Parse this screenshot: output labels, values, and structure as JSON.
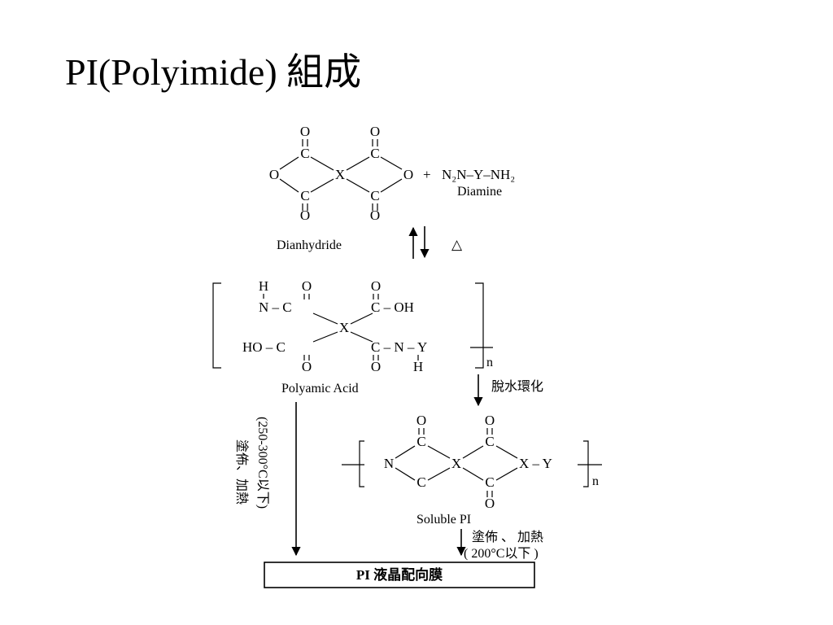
{
  "title": "PI(Polyimide) 組成",
  "scheme": {
    "dianhydride": {
      "label": "Dianhydride",
      "atom_o": "O",
      "atom_c": "C",
      "atom_x": "X"
    },
    "diamine": {
      "plus": "+",
      "formula": "N₂N–Y–NH₂",
      "label": "Diamine"
    },
    "reversible_condition": "△",
    "polyamic_acid": {
      "label": "Polyamic Acid",
      "h_top": "H",
      "n_left": "N – C",
      "cooh_right": "C – OH",
      "ho_left": "HO – C",
      "amide_right": "C – N – Y",
      "h_bottom": "H",
      "subscript_n": "n"
    },
    "dehydration_step": "脫水環化",
    "soluble_pi": {
      "label": "Soluble PI",
      "n_atom": "N",
      "x_center": "X",
      "x_right": "X – Y",
      "subscript_n": "n"
    },
    "direct_route": {
      "line1": "塗佈、加熱",
      "line2": "(250-300°C以下)"
    },
    "soluble_route": {
      "line1": "塗佈 、 加熱",
      "line2": "( 200°C以下 )"
    },
    "product": "PI 液晶配向膜"
  }
}
